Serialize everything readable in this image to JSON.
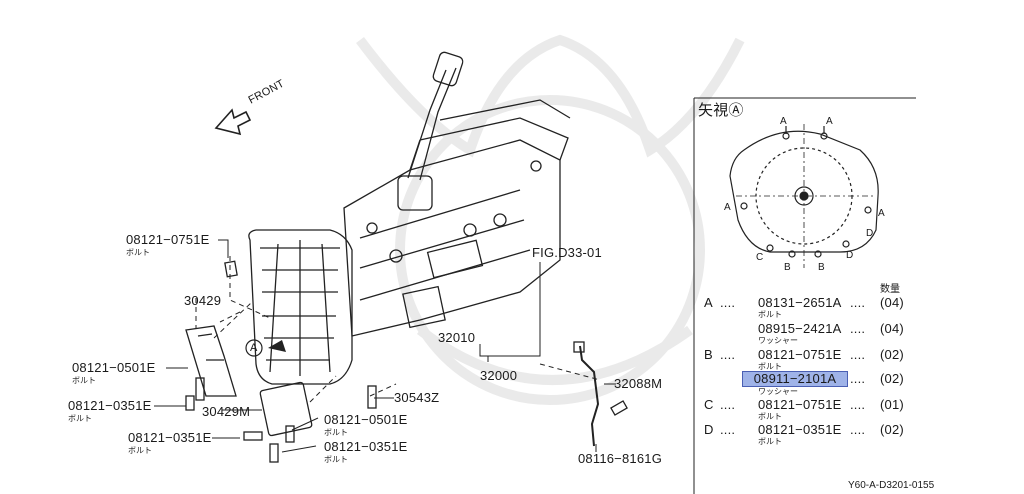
{
  "diagram": {
    "front_label": "FRONT",
    "fig_ref": "FIG.D33-01",
    "view_marker": "A",
    "image_code": "Y60-A-D3201-0155",
    "callouts": {
      "c1": {
        "part": "08121−0751E",
        "sub": "ボルト"
      },
      "c2": {
        "part": "30429"
      },
      "c3": {
        "part": "08121−0501E",
        "sub": "ボルト"
      },
      "c4": {
        "part": "08121−0351E",
        "sub": "ボルト"
      },
      "c5": {
        "part": "30429M"
      },
      "c6": {
        "part": "08121−0351E",
        "sub": "ボルト"
      },
      "c7": {
        "part": "30543Z"
      },
      "c8": {
        "part": "08121−0501E",
        "sub": "ボルト"
      },
      "c9": {
        "part": "08121−0351E",
        "sub": "ボルト"
      },
      "c10": {
        "part": "32010"
      },
      "c11": {
        "part": "32000"
      },
      "c12": {
        "part": "32088M"
      },
      "c13": {
        "part": "08116−8161G"
      }
    }
  },
  "detail": {
    "title": "矢視Ⓐ",
    "view_letters": {
      "a1": "A",
      "a2": "A",
      "a3": "A",
      "a4": "A",
      "b1": "B",
      "b2": "B",
      "c1": "C",
      "d1": "D",
      "d2": "D"
    },
    "qty_header": "数量",
    "rows": [
      {
        "key": "A",
        "dots": "....",
        "part": "08131−2651A",
        "qty_dots": "....",
        "qty": "(04)",
        "sub": "ボルト"
      },
      {
        "key": "",
        "dots": "",
        "part": "08915−2421A",
        "qty_dots": "....",
        "qty": "(04)",
        "sub": "ワッシャー"
      },
      {
        "key": "B",
        "dots": "....",
        "part": "08121−0751E",
        "qty_dots": "....",
        "qty": "(02)",
        "sub": "ボルト"
      },
      {
        "key": "",
        "dots": "",
        "part": "08911−2101A",
        "qty_dots": "....",
        "qty": "(02)",
        "sub": "ワッシャー"
      },
      {
        "key": "C",
        "dots": "....",
        "part": "08121−0751E",
        "qty_dots": "....",
        "qty": "(01)",
        "sub": "ボルト"
      },
      {
        "key": "D",
        "dots": "....",
        "part": "08121−0351E",
        "qty_dots": "....",
        "qty": "(02)",
        "sub": "ボルト"
      }
    ]
  }
}
